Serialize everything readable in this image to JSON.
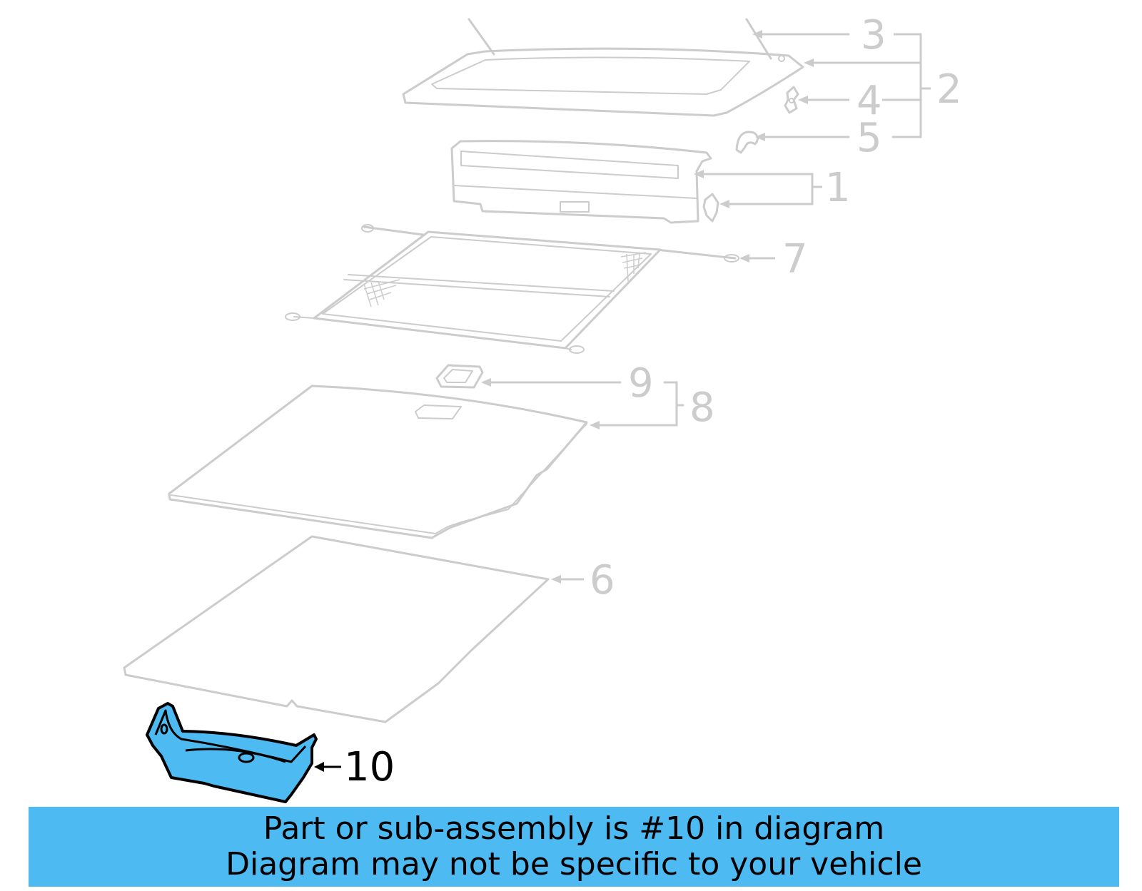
{
  "diagram": {
    "highlighted_part": "10",
    "highlight_color": "#4dbaf2",
    "inactive_color": "#cccccc",
    "callouts": [
      {
        "id": "1",
        "label": "1"
      },
      {
        "id": "2",
        "label": "2"
      },
      {
        "id": "3",
        "label": "3"
      },
      {
        "id": "4",
        "label": "4"
      },
      {
        "id": "5",
        "label": "5"
      },
      {
        "id": "6",
        "label": "6"
      },
      {
        "id": "7",
        "label": "7"
      },
      {
        "id": "8",
        "label": "8"
      },
      {
        "id": "9",
        "label": "9"
      },
      {
        "id": "10",
        "label": "10"
      }
    ]
  },
  "banner": {
    "background": "#4dbaf2",
    "line1": "Part or sub-assembly is #10 in diagram",
    "line2": "Diagram may not be specific to your vehicle"
  }
}
